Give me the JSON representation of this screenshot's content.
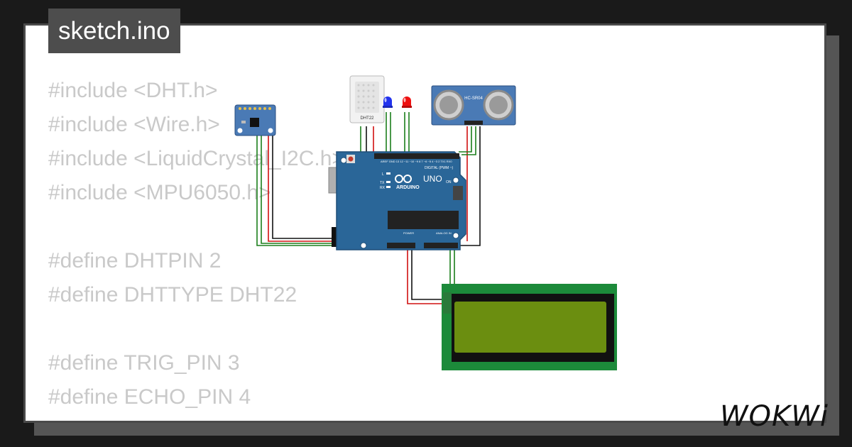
{
  "title": "sketch.ino",
  "code_lines": [
    "#include <DHT.h>",
    "#include <Wire.h>",
    "#include <LiquidCrystal_I2C.h>",
    "#include <MPU6050.h>",
    "",
    "#define DHTPIN 2",
    "#define DHTTYPE DHT22",
    "",
    "#define TRIG_PIN 3",
    "#define ECHO_PIN 4"
  ],
  "components": {
    "dht_label": "DHT22",
    "ultrasonic_label": "HC-SR04",
    "board_model": "UNO",
    "board_brand": "ARDUINO",
    "digital_header": "DIGITAL (PWM ~)",
    "power_header": "POWER",
    "analog_header": "ANALOG IN",
    "on_label": "ON",
    "l_label": "L",
    "tx_label": "TX",
    "rx_label": "RX"
  },
  "brand": "WOKWi",
  "colors": {
    "board": "#2a6698",
    "board_dark": "#1f4f78",
    "lcd_frame": "#1c8a3a",
    "lcd_screen": "#6b8e10",
    "wire_green": "#1b7f1b",
    "wire_red": "#d01010",
    "wire_black": "#111111",
    "led_blue": "#2233ee",
    "led_red": "#ee1111",
    "sensor_blue": "#4a7ab5",
    "code_text": "#c9c9c9"
  }
}
